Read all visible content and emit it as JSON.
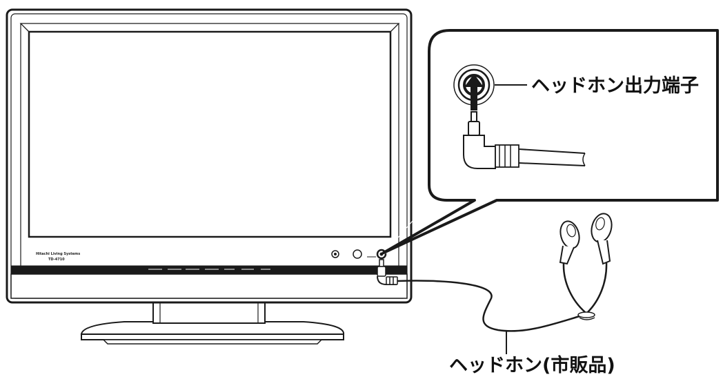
{
  "labels": {
    "jack": "ヘッドホン出力端子",
    "headphones": "ヘッドホン(市販品)"
  },
  "tv": {
    "brand": "Hitachi Living Systems",
    "model": "TD-4710"
  },
  "colors": {
    "line": "#1a1a1a",
    "bezel": "#ffffff",
    "background": "#ffffff"
  }
}
